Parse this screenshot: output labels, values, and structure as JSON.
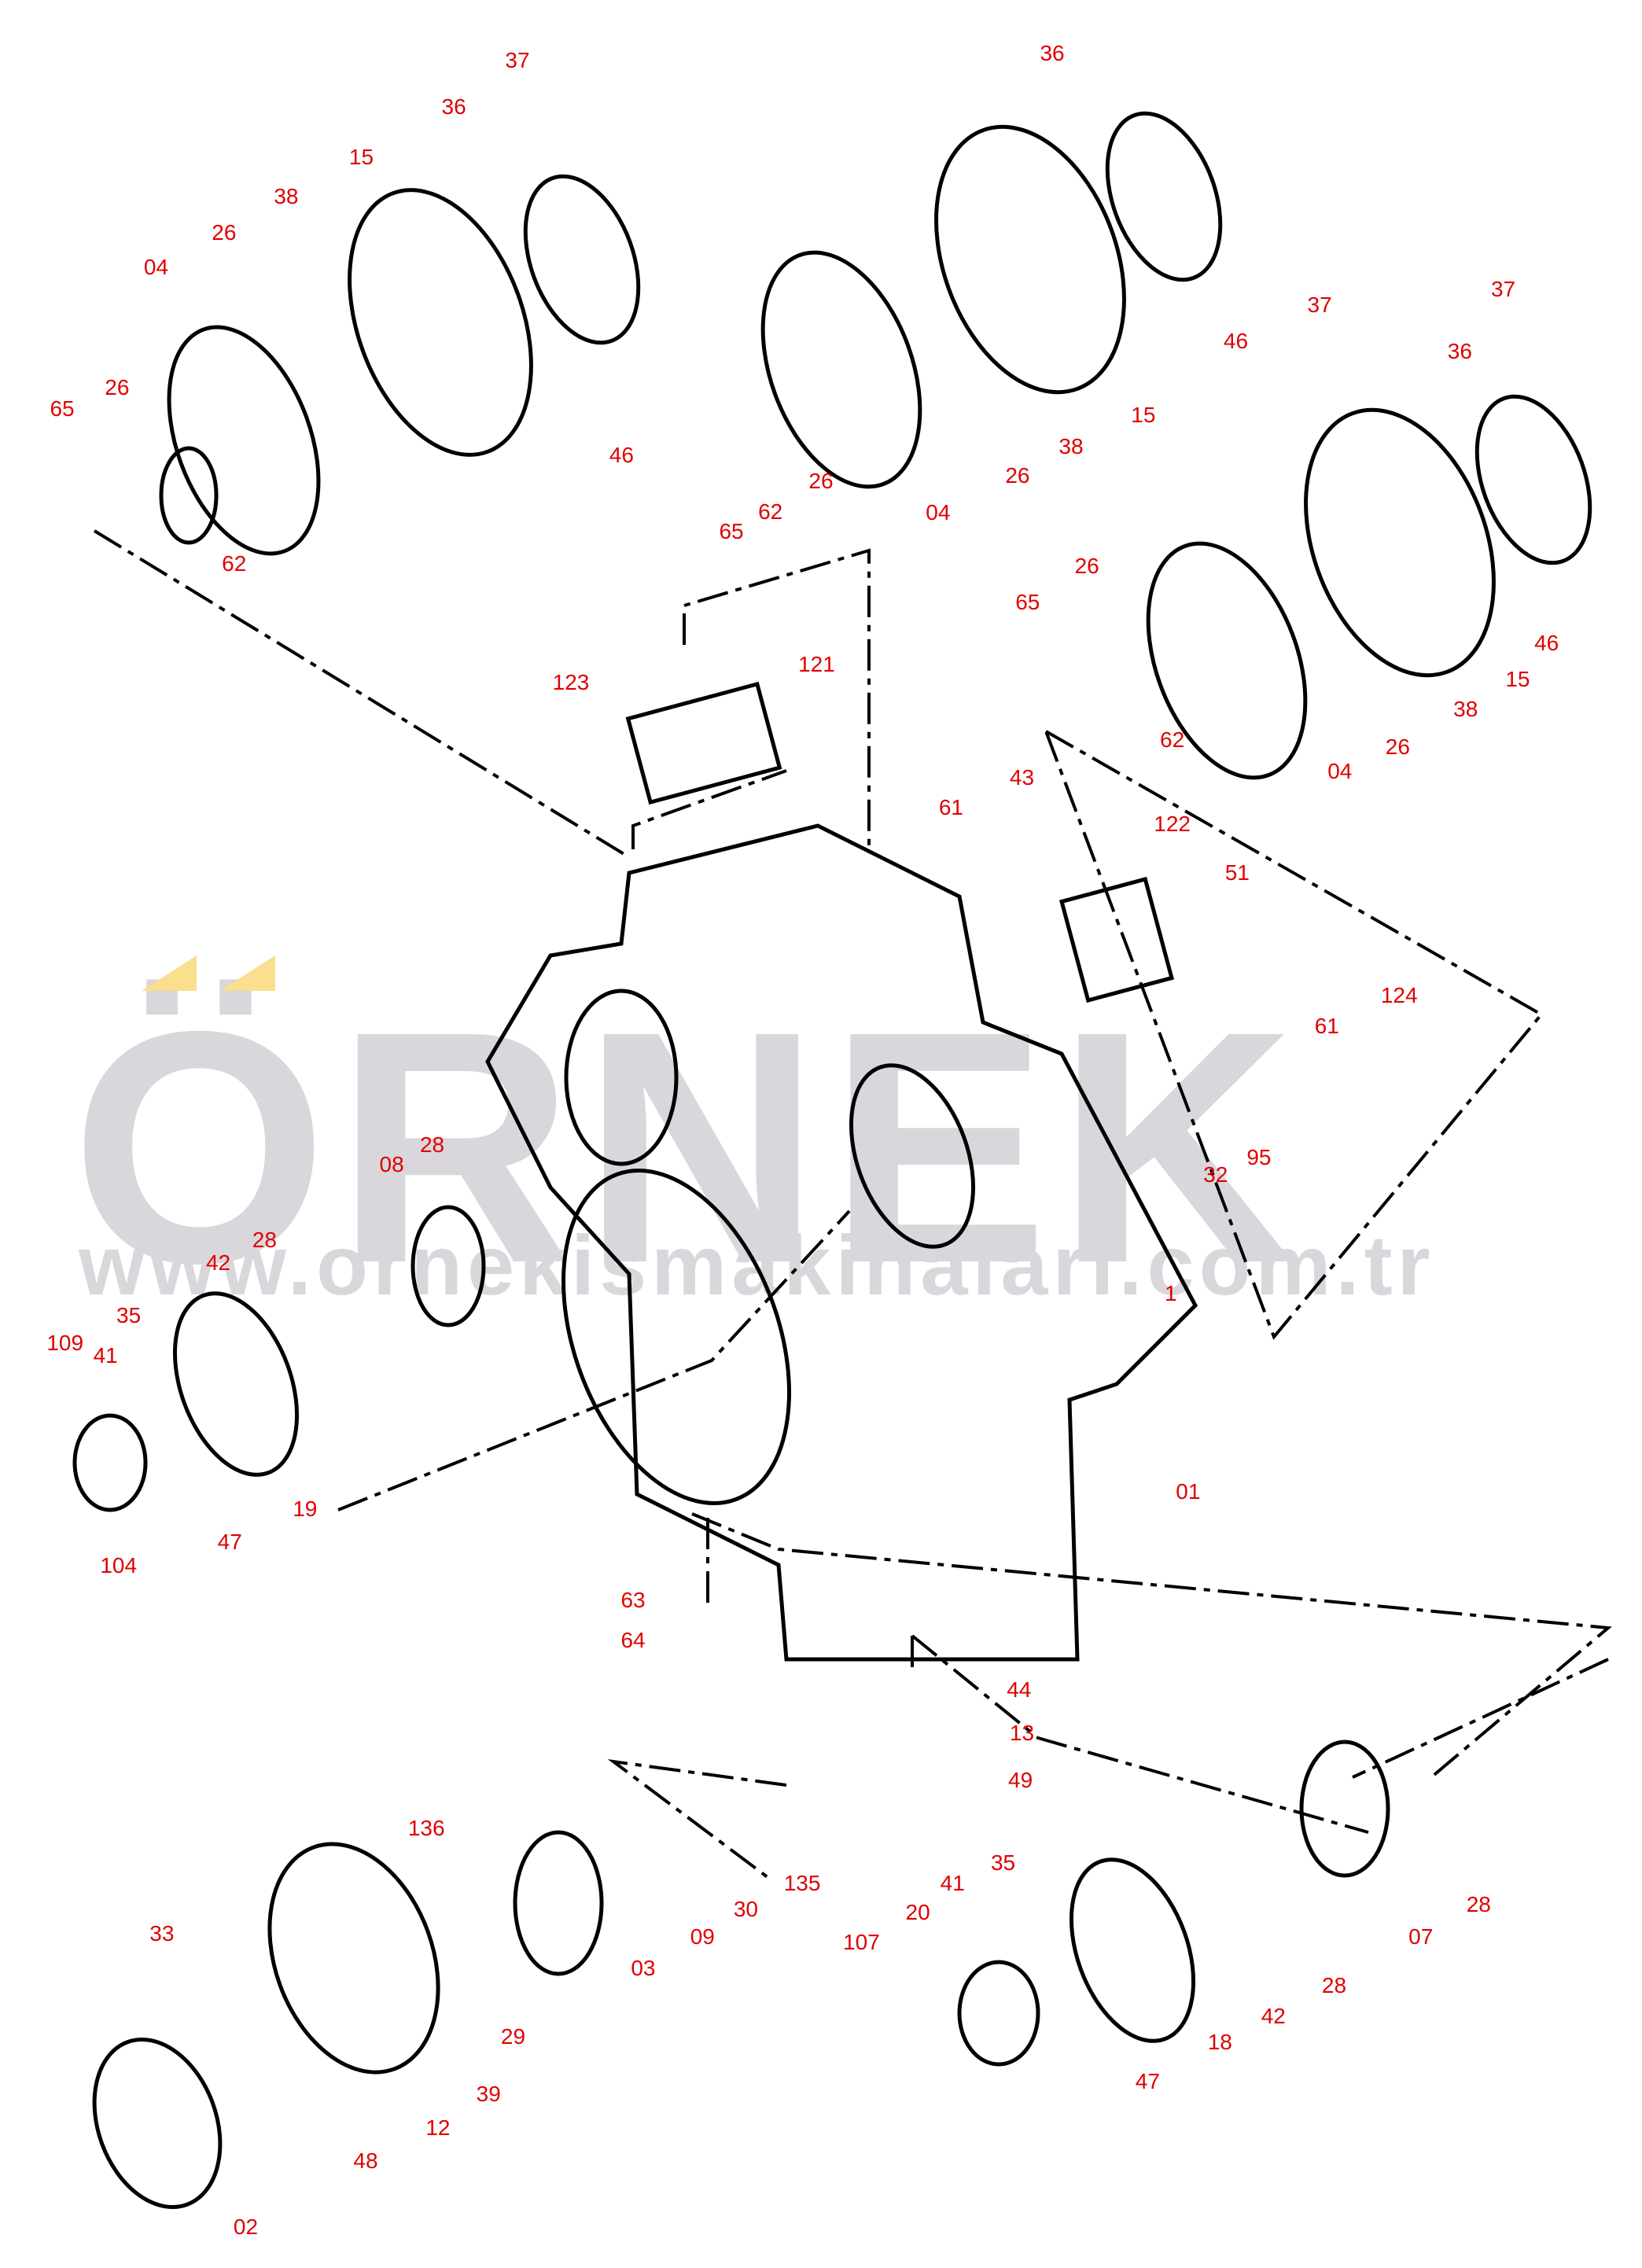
{
  "watermark": {
    "brand": "ÖRNEK",
    "url": "www.ornekismakinalari.com.tr",
    "brand_color": "#d9d7dc",
    "accent_color": "#f9df8e"
  },
  "label_color": "#e00000",
  "part_labels": [
    "37",
    "36",
    "15",
    "38",
    "26",
    "04",
    "26",
    "65",
    "62",
    "46",
    "36",
    "37",
    "46",
    "15",
    "38",
    "26",
    "04",
    "26",
    "62",
    "65",
    "37",
    "36",
    "46",
    "15",
    "38",
    "26",
    "04",
    "26",
    "65",
    "62",
    "123",
    "121",
    "61",
    "43",
    "122",
    "51",
    "124",
    "61",
    "95",
    "32",
    "1",
    "28",
    "08",
    "28",
    "42",
    "35",
    "109",
    "41",
    "19",
    "47",
    "104",
    "01",
    "63",
    "64",
    "44",
    "13",
    "49",
    "136",
    "135",
    "30",
    "09",
    "03",
    "33",
    "29",
    "39",
    "12",
    "48",
    "02",
    "35",
    "41",
    "20",
    "107",
    "28",
    "07",
    "28",
    "42",
    "18",
    "47"
  ]
}
